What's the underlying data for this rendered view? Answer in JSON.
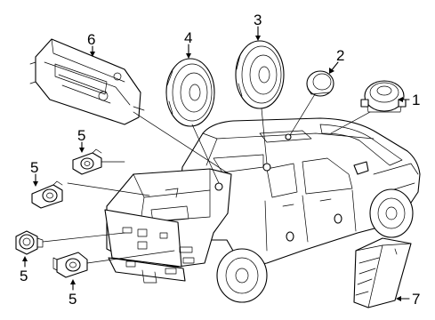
{
  "callouts": {
    "c1": "1",
    "c2": "2",
    "c3": "3",
    "c4": "4",
    "c5a": "5",
    "c5b": "5",
    "c5c": "5",
    "c5d": "5",
    "c6": "6",
    "c7": "7"
  }
}
